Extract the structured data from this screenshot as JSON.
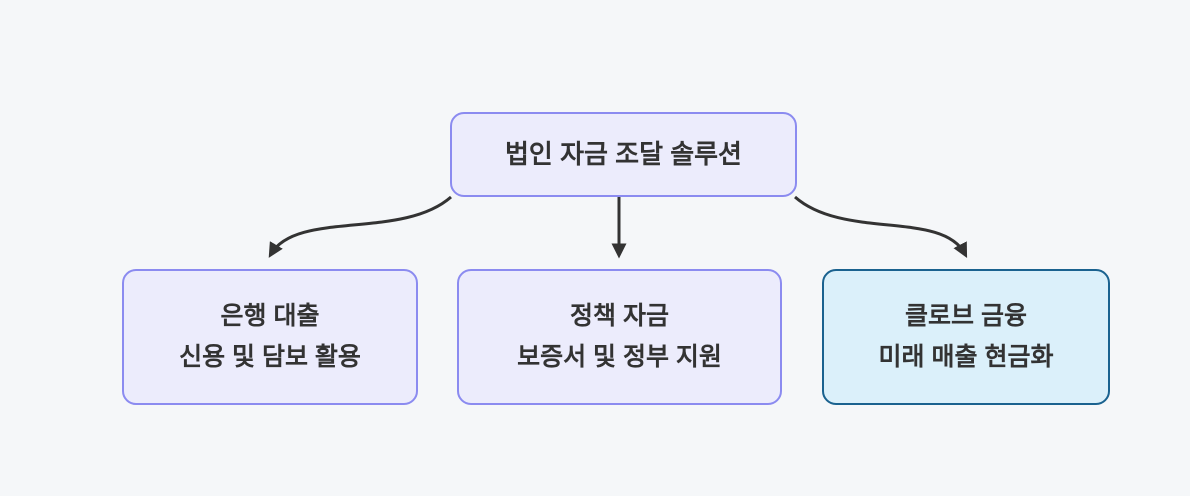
{
  "diagram": {
    "type": "flowchart",
    "direction": "top-down",
    "root": {
      "id": "funding-solution",
      "label": "법인 자금 조달 솔루션"
    },
    "nodes": [
      {
        "id": "bank-loan",
        "title": "은행 대출",
        "subtitle": "신용 및 담보 활용",
        "highlighted": false
      },
      {
        "id": "policy-funds",
        "title": "정책 자금",
        "subtitle": "보증서 및 정부 지원",
        "highlighted": false
      },
      {
        "id": "clove-finance",
        "title": "클로브 금융",
        "subtitle": "미래 매출 현금화",
        "highlighted": true
      }
    ],
    "edges": [
      {
        "from": "funding-solution",
        "to": "bank-loan"
      },
      {
        "from": "funding-solution",
        "to": "policy-funds"
      },
      {
        "from": "funding-solution",
        "to": "clove-finance"
      }
    ],
    "colors": {
      "background": "#f5f7f9",
      "node_fill": "#ececfc",
      "node_border": "#8b8bf0",
      "highlight_fill": "#dbf0fa",
      "highlight_border": "#1a628f",
      "text": "#333333",
      "arrow": "#333333"
    }
  }
}
